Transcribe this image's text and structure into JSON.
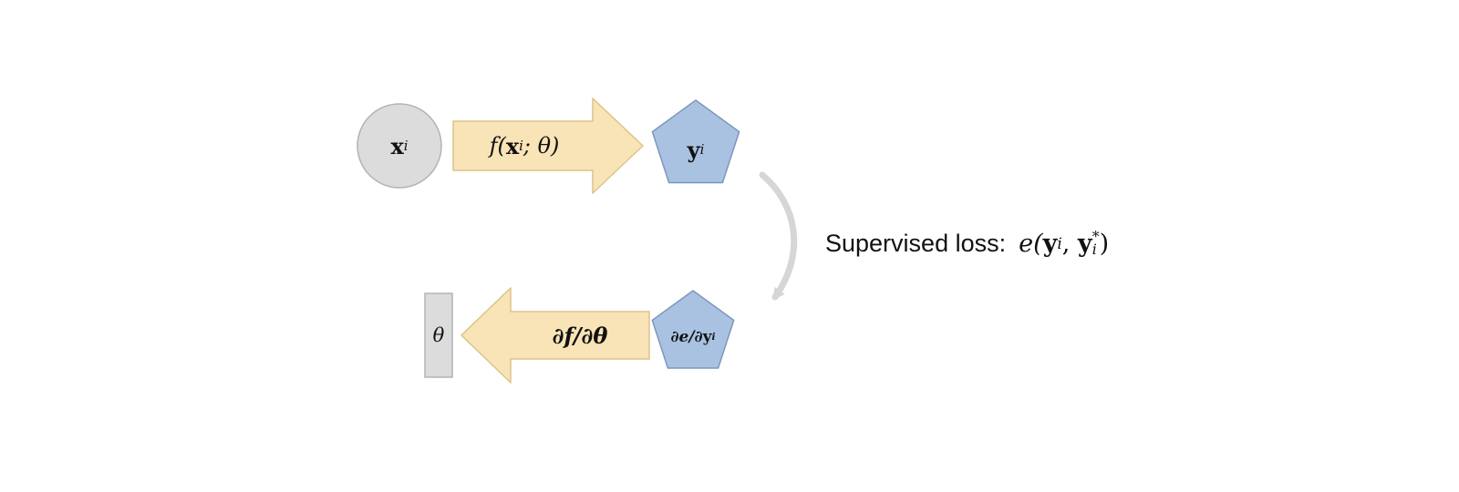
{
  "diagram": {
    "colors": {
      "node_gray_fill": "#dcdcdc",
      "node_gray_stroke": "#b3b3b3",
      "arrow_fill": "#f8e4b6",
      "arrow_stroke": "#dcc389",
      "pentagon_fill": "#a9c2e2",
      "pentagon_stroke": "#7e97bb",
      "curve_arrow_stroke": "#d6d6d6",
      "text": "#111111"
    },
    "input_node": {
      "base": "x",
      "sub": "i"
    },
    "forward_arrow": {
      "pre": "f(",
      "base": "x",
      "sub": "i",
      "post": "; θ)"
    },
    "output_node": {
      "base": "y",
      "sub": "i"
    },
    "loss_label": {
      "prefix": "Supervised loss:",
      "e_open": "e(",
      "y1": "y",
      "y1_sub": "i",
      "comma": ",",
      "y2": "y",
      "y2_sup": "*",
      "y2_sub": "i",
      "close": ")"
    },
    "theta_node": {
      "label": "θ"
    },
    "backward_arrow": {
      "label": "∂f/∂θ"
    },
    "grad_node": {
      "pre": "∂e/∂",
      "base": "y",
      "sub": "i"
    }
  }
}
